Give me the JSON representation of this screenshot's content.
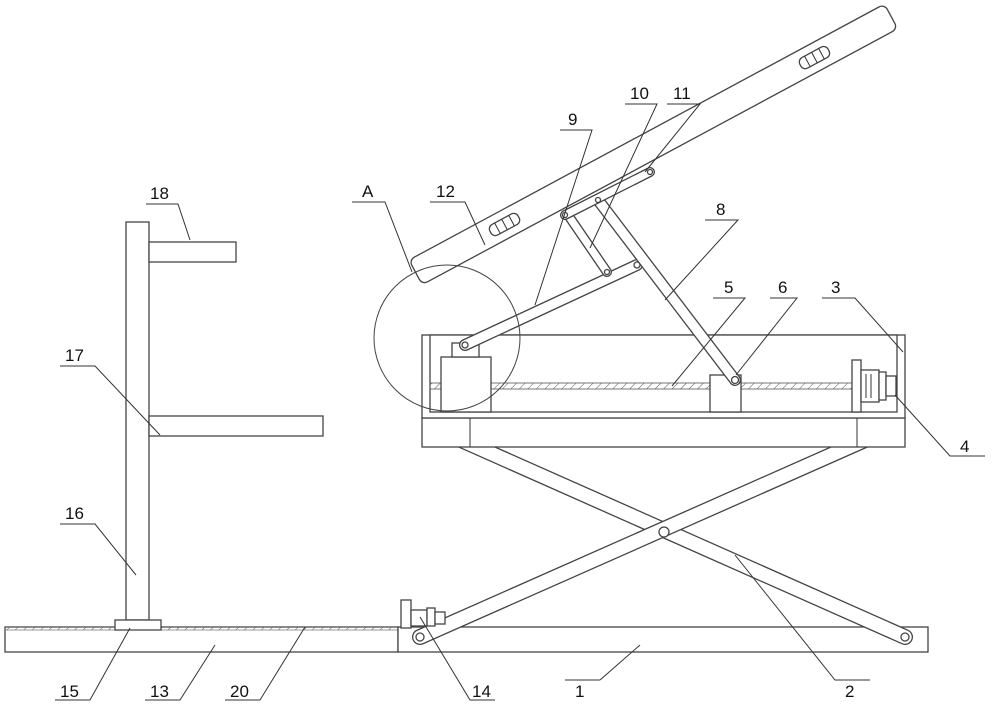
{
  "labels": {
    "A": "A",
    "n12": "12",
    "n9": "9",
    "n10": "10",
    "n11": "11",
    "n8": "8",
    "n5": "5",
    "n6": "6",
    "n3": "3",
    "n4": "4",
    "n18": "18",
    "n17": "17",
    "n16": "16",
    "n15": "15",
    "n13": "13",
    "n20": "20",
    "n14": "14",
    "n1": "1",
    "n2": "2"
  }
}
